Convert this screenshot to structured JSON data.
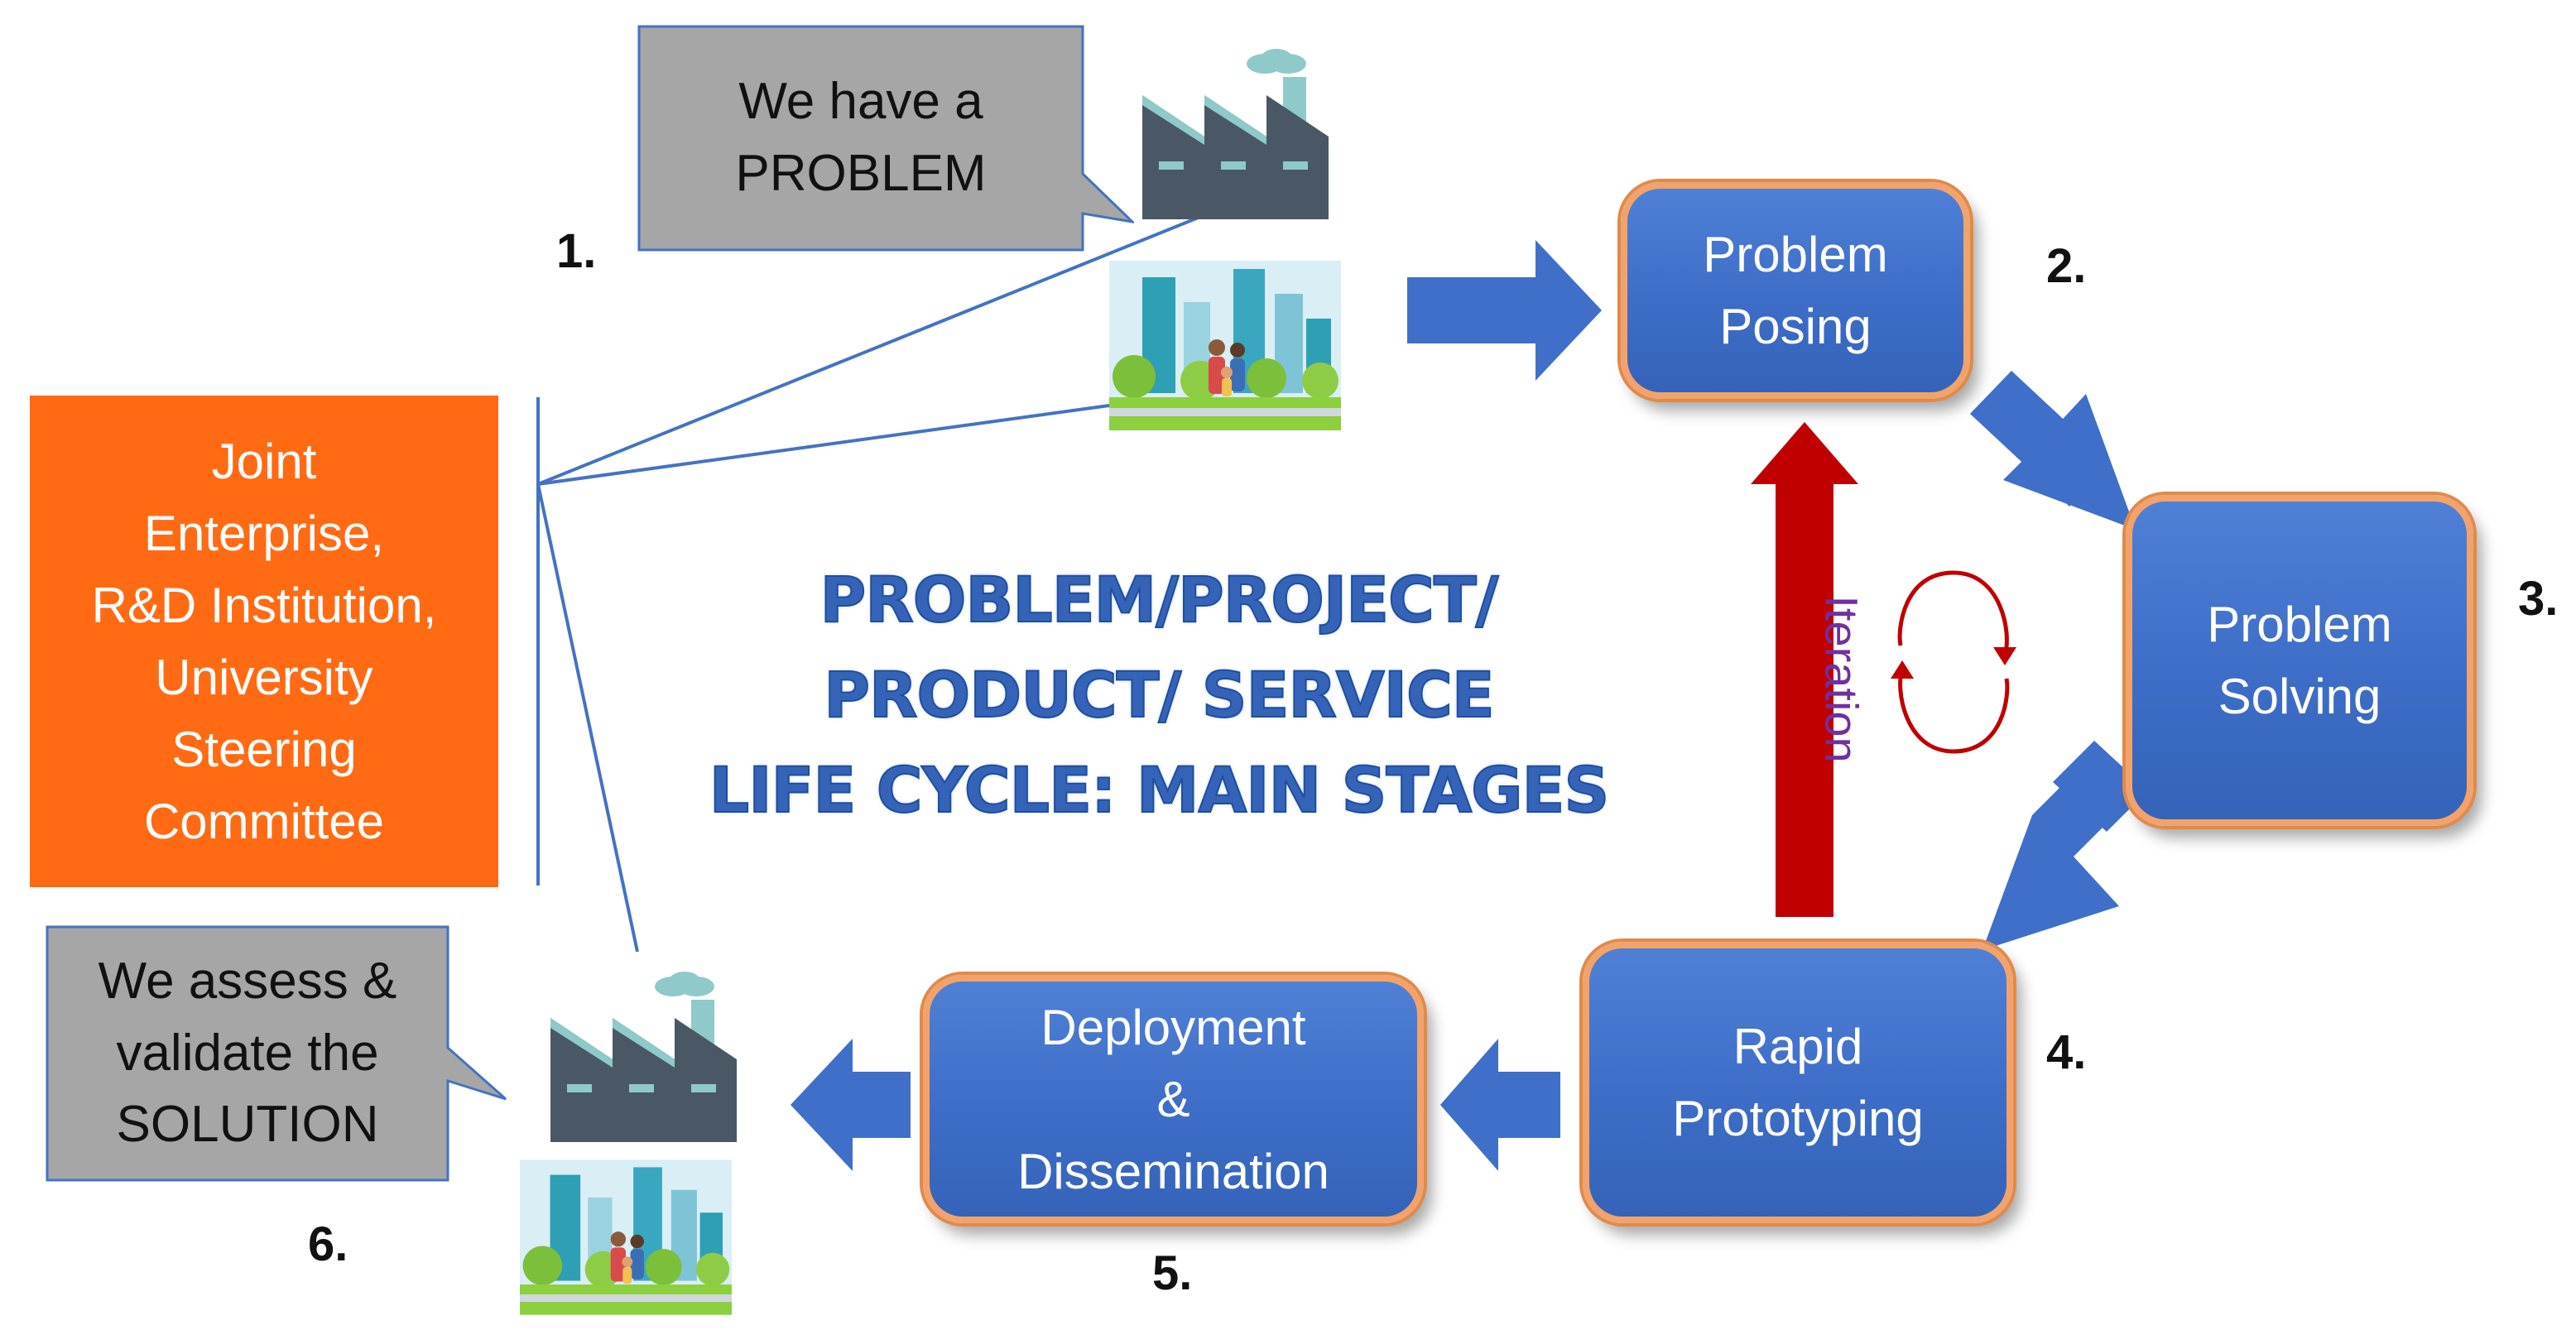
{
  "diagram": {
    "callouts": {
      "problem": "We have a\nPROBLEM",
      "solution": "We assess &\nvalidate the\nSOLUTION"
    },
    "steering_committee": "Joint\nEnterprise,\nR&D Institution,\nUniversity\nSteering\nCommittee",
    "title_lines": [
      "PROBLEM/PROJECT/",
      "PRODUCT/ SERVICE",
      "LIFE CYCLE: MAIN STAGES"
    ],
    "stages": {
      "posing": "Problem\nPosing",
      "solving": "Problem\nSolving",
      "prototyping": "Rapid\nPrototyping",
      "deployment": "Deployment\n&\nDissemination"
    },
    "step_numbers": [
      "1.",
      "2.",
      "3.",
      "4.",
      "5.",
      "6."
    ],
    "iteration_label": "Iteration",
    "icons": [
      "factory-icon",
      "city-family-icon",
      "cycle-icon"
    ],
    "colors": {
      "stage_fill": "#3d6dc7",
      "stage_border": "#f2a36b",
      "arrow_blue": "#3f6fc9",
      "iteration_red": "#c00000",
      "committee_orange": "#ff6a13",
      "callout_gray": "#a6a6a6",
      "factory_gray": "#4a5866",
      "line_blue": "#4472c4",
      "iteration_text": "#7030a0"
    }
  }
}
